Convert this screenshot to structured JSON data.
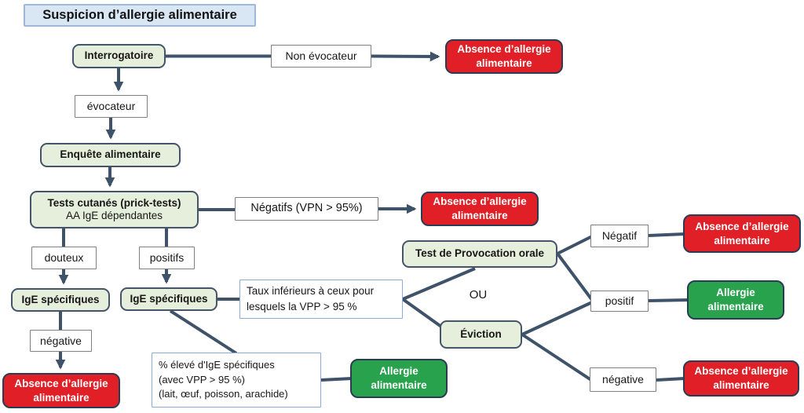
{
  "diagram": {
    "title": "Suspicion d’allergie alimentaire",
    "nodes": {
      "interrogatoire": "Interrogatoire",
      "non_evocateur": "Non évocateur",
      "absence_top": "Absence d’allergie alimentaire",
      "evocateur": "évocateur",
      "enquete": "Enquête alimentaire",
      "tests_line1": "Tests cutanés (prick-tests)",
      "tests_line2": "AA IgE  dépendantes",
      "negatifs_vpn": "Négatifs (VPN > 95%)",
      "absence_mid": "Absence d’allergie alimentaire",
      "tpo": "Test de Provocation orale",
      "negatif": "Négatif",
      "absence_tpo_neg": "Absence d’allergie alimentaire",
      "douteux": "douteux",
      "positifs": "positifs",
      "ige_specifiques_gauche": "IgE spécifiques",
      "ige_specifiques_droite": "IgE spécifiques",
      "taux_line1": "Taux inférieurs à ceux pour",
      "taux_line2": "lesquels la VPP > 95 %",
      "ou": "OU",
      "eviction": "Éviction",
      "positif": "positif",
      "allergie_positif": "Allergie alimentaire",
      "negative_gauche": "négative",
      "absence_ige_negative": "Absence d’allergie alimentaire",
      "pct_line1": "% élevé d'IgE spécifiques",
      "pct_line2": "(avec VPP > 95 %)",
      "pct_line3": "(lait, œuf, poisson, arachide)",
      "allergie_pct": "Allergie alimentaire",
      "negative_droite": "négative",
      "absence_eviction_negative": "Absence d’allergie alimentaire"
    },
    "colors": {
      "outcome_negative_fill": "#e01f26",
      "outcome_positive_fill": "#28a24c",
      "process_fill": "#e5efdb",
      "title_fill": "#d9e6f4",
      "connector": "#3e5269",
      "info_border": "#8eaadb",
      "decision_border": "#7f7f7f"
    }
  }
}
